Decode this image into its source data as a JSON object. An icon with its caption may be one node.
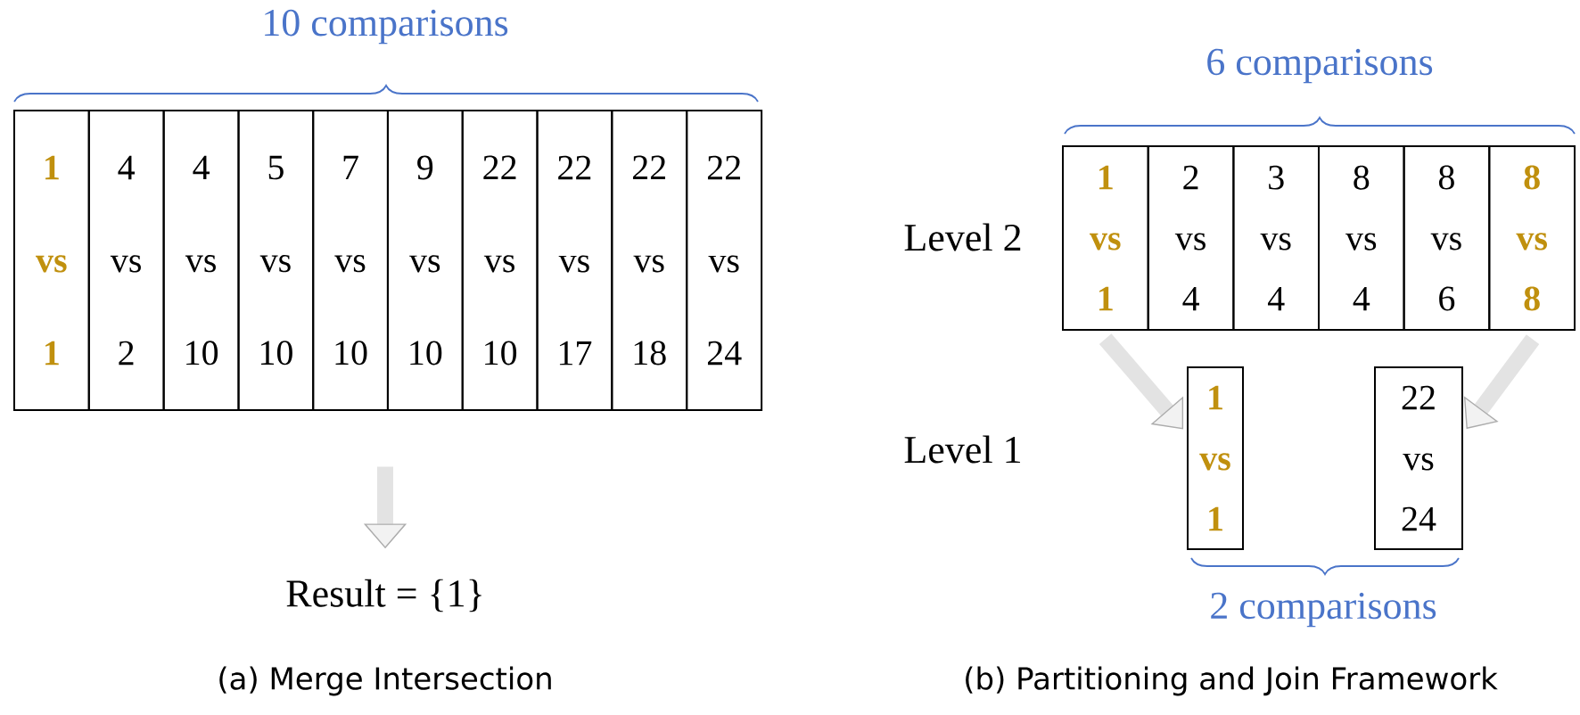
{
  "diagram": {
    "nodes": [
      {
        "text": [
          "1",
          "vs",
          "1"
        ]
      },
      {
        "text": [
          "4",
          "vs",
          "2"
        ]
      },
      {
        "text": [
          "4",
          "vs",
          "10"
        ]
      },
      {
        "text": [
          "5",
          "vs",
          "10"
        ]
      },
      {
        "text": [
          "7",
          "vs",
          "10"
        ]
      },
      {
        "text": [
          "9",
          "vs",
          "10"
        ]
      },
      {
        "text": [
          "22",
          "vs",
          "10"
        ]
      },
      {
        "text": [
          "22",
          "vs",
          "17"
        ]
      },
      {
        "text": [
          "22",
          "vs",
          "18"
        ]
      },
      {
        "text": [
          "22",
          "vs",
          "24"
        ]
      },
      {
        "text": [
          "Result = {1}"
        ]
      },
      {
        "text": [
          "1",
          "vs",
          "1"
        ]
      },
      {
        "text": [
          "2",
          "vs",
          "4"
        ]
      },
      {
        "text": [
          "3",
          "vs",
          "4"
        ]
      },
      {
        "text": [
          "8",
          "vs",
          "4"
        ]
      },
      {
        "text": [
          "8",
          "vs",
          "6"
        ]
      },
      {
        "text": [
          "8",
          "vs",
          "8"
        ]
      },
      {
        "text": [
          "1",
          "vs",
          "1"
        ]
      },
      {
        "text": [
          "22",
          "vs",
          "24"
        ]
      }
    ],
    "edges": [
      {
        "from": null,
        "to": 10,
        "arrow": "to"
      },
      {
        "from": 11,
        "to": 17,
        "arrow": "to"
      },
      {
        "from": 16,
        "to": 18,
        "arrow": "to"
      }
    ],
    "labels": [
      "10 comparisons",
      "6 comparisons",
      "Level 2",
      "Level 1",
      "2 comparisons",
      "(a) Merge Intersection",
      "(b) Partitioning and Join Framework"
    ]
  }
}
